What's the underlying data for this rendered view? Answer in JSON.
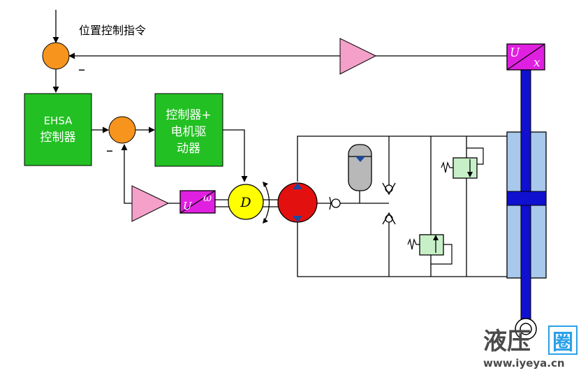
{
  "labels": {
    "command": "位置控制指令",
    "minus_top": "–",
    "minus_mid": "–",
    "ehsa_line1": "EHSA",
    "ehsa_line2": "控制器",
    "driver_line1": "控制器+",
    "driver_line2": "电机驱",
    "driver_line3": "动器",
    "motor": "D",
    "pos_sensor_u": "U",
    "pos_sensor_x": "x",
    "speed_sensor_u": "U",
    "speed_sensor_w": "ω"
  },
  "watermark": {
    "brand_part1": "液压",
    "brand_part2": "圈",
    "url": "www.iyeya.cn"
  },
  "colors": {
    "summing_junction": "#f7941d",
    "controller_box": "#22c022",
    "amplifier": "#f4a0c8",
    "sensor": "#e020e0",
    "motor": "#ffff00",
    "pump": "#e31010",
    "cylinder": "#a8c8ec",
    "piston_rod": "#1010d0",
    "valve": "#c8f0c8",
    "accumulator": "#b8b8b8"
  }
}
